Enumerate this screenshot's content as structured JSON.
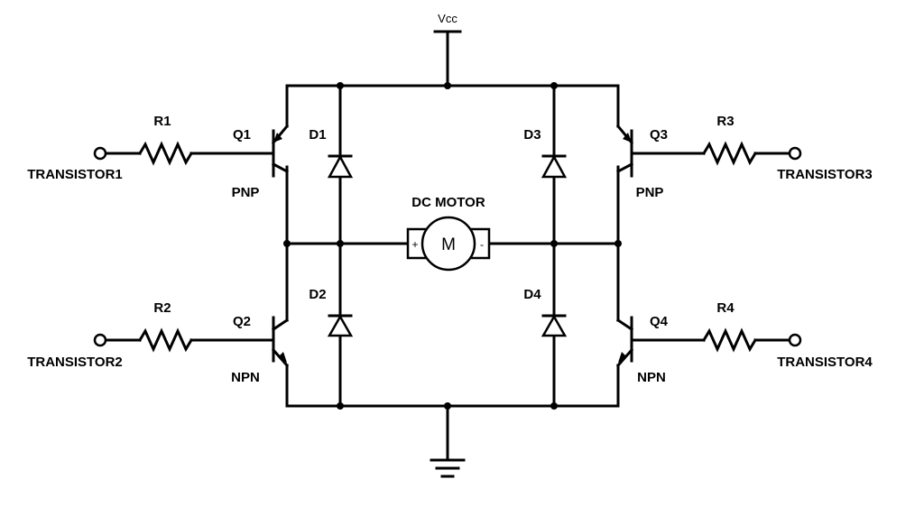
{
  "supply_label": "Vcc",
  "motor": {
    "label": "DC MOTOR",
    "symbol": "M",
    "plus": "+",
    "minus": "-"
  },
  "transistors": [
    {
      "ref": "Q1",
      "type": "PNP"
    },
    {
      "ref": "Q2",
      "type": "NPN"
    },
    {
      "ref": "Q3",
      "type": "PNP"
    },
    {
      "ref": "Q4",
      "type": "NPN"
    }
  ],
  "resistors": [
    "R1",
    "R2",
    "R3",
    "R4"
  ],
  "diodes": [
    "D1",
    "D2",
    "D3",
    "D4"
  ],
  "inputs": [
    "TRANSISTOR1",
    "TRANSISTOR2",
    "TRANSISTOR3",
    "TRANSISTOR4"
  ]
}
